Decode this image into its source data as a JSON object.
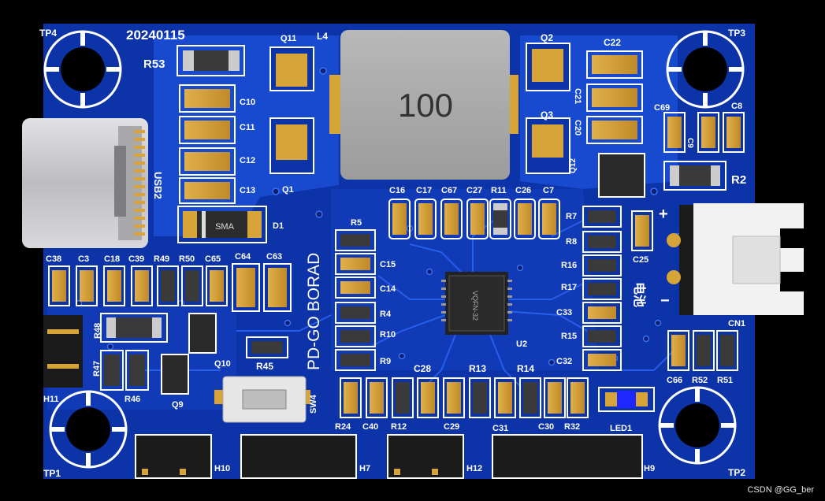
{
  "board": {
    "date_code": "20240115",
    "name": "PD-GO BORAD",
    "battery_label": "电池",
    "plus_sign": "+",
    "minus_sign": "−",
    "inductor_value": "100",
    "diode_marking": "SMA",
    "ic_marking": "VQFN-32",
    "watermark": "CSDN @GG_ber"
  },
  "labels": {
    "tp4": "TP4",
    "tp3": "TP3",
    "tp1": "TP1",
    "tp2": "TP2",
    "r53": "R53",
    "q11": "Q11",
    "l4": "L4",
    "q2": "Q2",
    "c22": "C22",
    "c10": "C10",
    "c11": "C11",
    "c12": "C12",
    "c13": "C13",
    "q1": "Q1",
    "q3": "Q3",
    "c21": "C21",
    "c20": "C20",
    "c69": "C69",
    "c9": "C9",
    "c8": "C8",
    "r2": "R2",
    "q12": "Q12",
    "usb2": "USB2",
    "d1": "D1",
    "r5": "R5",
    "c16": "C16",
    "c17": "C17",
    "c67": "C67",
    "c27": "C27",
    "r11": "R11",
    "c26": "C26",
    "c7": "C7",
    "r7": "R7",
    "r8": "R8",
    "r16": "R16",
    "r17": "R17",
    "c33": "C33",
    "r15": "R15",
    "c32": "C32",
    "c25": "C25",
    "cn1": "CN1",
    "c38": "C38",
    "c3": "C3",
    "c18": "C18",
    "c39": "C39",
    "r49": "R49",
    "r50": "R50",
    "c65": "C65",
    "c64": "C64",
    "c63": "C63",
    "c15": "C15",
    "c14": "C14",
    "r4": "R4",
    "r10": "R10",
    "r9": "R9",
    "u2": "U2",
    "r48": "R48",
    "r47": "R47",
    "h11": "H11",
    "r46": "R46",
    "q9": "Q9",
    "q10": "Q10",
    "r45": "R45",
    "sw4": "SW4",
    "c28": "C28",
    "r13": "R13",
    "r14": "R14",
    "c66": "C66",
    "r52": "R52",
    "r51": "R51",
    "r24": "R24",
    "c40": "C40",
    "r12": "R12",
    "c29": "C29",
    "c31": "C31",
    "c30": "C30",
    "r32": "R32",
    "led1": "LED1",
    "h10": "H10",
    "h7": "H7",
    "h12": "H12",
    "h9": "H9"
  },
  "colors": {
    "pcb": "#0d33a8",
    "pcb_copper": "#1a4fd6",
    "silk": "#ffffff",
    "pad_gold": "#d7a43a",
    "body_tan": "#c8902e",
    "inductor": "#a8a8a8",
    "usb_metal": "#cfcfd2",
    "led": "#1c28ff"
  }
}
